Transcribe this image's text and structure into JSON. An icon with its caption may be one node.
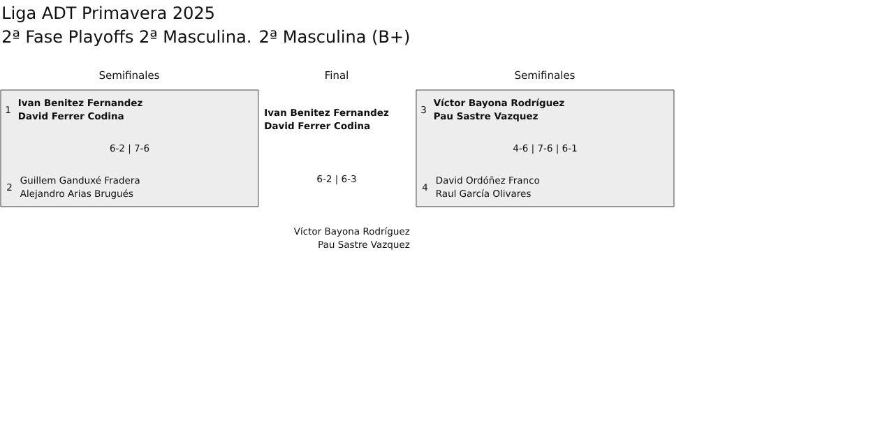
{
  "diagram": {
    "title": "Liga ADT Primavera 2025",
    "nodes": [
      {
        "text": [
          "1",
          "Ivan Benitez Fernandez",
          "David Ferrer Codina",
          "6-2 | 7-6",
          "2",
          "Guillem Ganduxé Fradera",
          "Alejandro Arias Brugués"
        ]
      },
      {
        "text": [
          "3",
          "Víctor Bayona Rodríguez",
          "Pau Sastre Vazquez",
          "4-6 | 7-6 | 6-1",
          "4",
          "David Ordóñez Franco",
          "Raul García Olivares"
        ]
      }
    ],
    "labels": [
      "2ª Fase Playoffs 2ª Masculina. 2ª Masculina (B+)",
      "Semifinales",
      "Final",
      "Semifinales",
      "Ivan Benitez Fernandez",
      "David Ferrer Codina",
      "6-2 | 6-3",
      "Víctor Bayona Rodríguez",
      "Pau Sastre Vazquez"
    ]
  }
}
